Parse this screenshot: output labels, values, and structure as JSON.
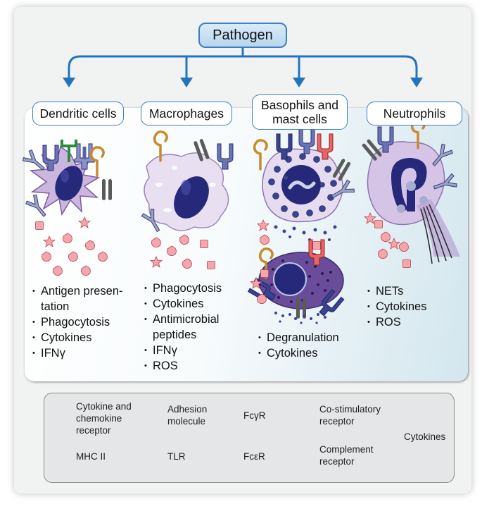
{
  "pathogen": "Pathogen",
  "cells": [
    {
      "title": "Dendritic cells",
      "functions": [
        "Antigen presen-",
        "tation",
        "Phagocytosis",
        "Cytokines",
        "IFNγ"
      ]
    },
    {
      "title": "Macrophages",
      "functions": [
        "Phagocytosis",
        "Cytokines",
        "Antimicrobial",
        "peptides",
        "IFNγ",
        "ROS"
      ]
    },
    {
      "title_lines": [
        "Basophils and",
        "mast cells"
      ],
      "functions": [
        "Degranulation",
        "Cytokines"
      ]
    },
    {
      "title": "Neutrophils",
      "functions": [
        "NETs",
        "Cytokines",
        "ROS"
      ]
    }
  ],
  "legend": {
    "cytokine_receptor": [
      "Cytokine and",
      "chemokine",
      "receptor"
    ],
    "adhesion": [
      "Adhesion",
      "molecule"
    ],
    "fcgr": "FcγR",
    "costim": [
      "Co-stimulatory",
      "receptor"
    ],
    "cytokines": "Cytokines",
    "mhc": "MHC II",
    "tlr": "TLR",
    "fcer": "FcεR",
    "complement": [
      "Complement",
      "receptor"
    ]
  },
  "colors": {
    "arrow_blue": "#2474bd",
    "tab_border": "#3d7fc0",
    "cell_lilac": "#cbb6dd",
    "nucleus_navy": "#26287a",
    "receptor_navy": "#3b4292",
    "receptor_green": "#2e8b3c",
    "receptor_red": "#d23c3c",
    "tlr_orange": "#c98a2e",
    "cytokine_pink": "#f3a7ad"
  }
}
